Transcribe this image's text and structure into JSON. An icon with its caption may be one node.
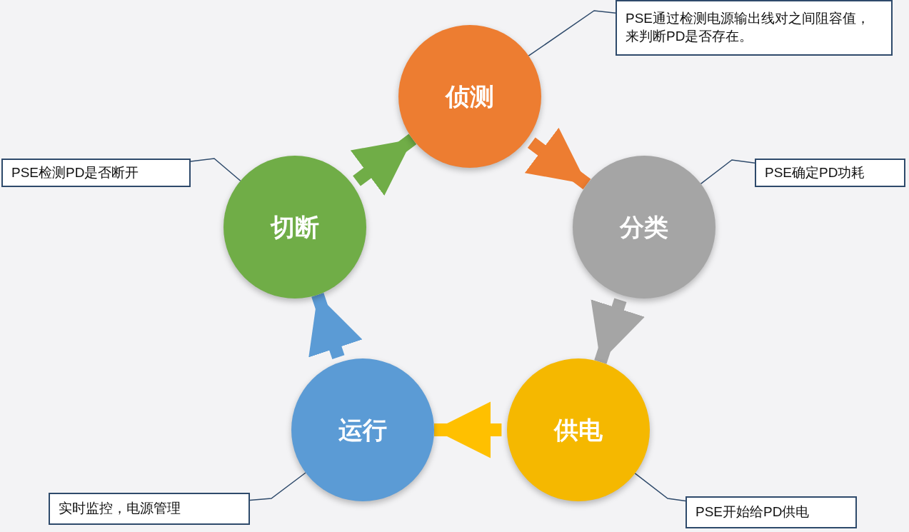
{
  "diagram": {
    "nodes": [
      {
        "text": [
          "侦测"
        ]
      },
      {
        "text": [
          "分类"
        ]
      },
      {
        "text": [
          "供电"
        ]
      },
      {
        "text": [
          "运行"
        ]
      },
      {
        "text": [
          "切断"
        ]
      },
      {
        "text": [
          "PSE通过检测电源输出线对之间阻容值，来判断PD是否存在。"
        ]
      },
      {
        "text": [
          "PSE检测PD是否断开"
        ]
      },
      {
        "text": [
          "PSE确定PD功耗"
        ]
      },
      {
        "text": [
          "实时监控，电源管理"
        ]
      },
      {
        "text": [
          "PSE开始给PD供电"
        ]
      }
    ],
    "edges": [
      {
        "from": 0,
        "to": 1,
        "arrow": "to",
        "style": "thick",
        "color": "#ed7d31"
      },
      {
        "from": 1,
        "to": 2,
        "arrow": "to",
        "style": "thick",
        "color": "#a5a5a5"
      },
      {
        "from": 2,
        "to": 3,
        "arrow": "to",
        "style": "thick",
        "color": "#ffc000"
      },
      {
        "from": 3,
        "to": 4,
        "arrow": "to",
        "style": "thick",
        "color": "#5b9bd5"
      },
      {
        "from": 4,
        "to": 0,
        "arrow": "to",
        "style": "thick",
        "color": "#70ad47"
      },
      {
        "from": 5,
        "to": 0,
        "arrow": "none"
      },
      {
        "from": 6,
        "to": 4,
        "arrow": "none"
      },
      {
        "from": 7,
        "to": 1,
        "arrow": "none"
      },
      {
        "from": 8,
        "to": 3,
        "arrow": "none"
      },
      {
        "from": 9,
        "to": 2,
        "arrow": "none"
      }
    ]
  }
}
